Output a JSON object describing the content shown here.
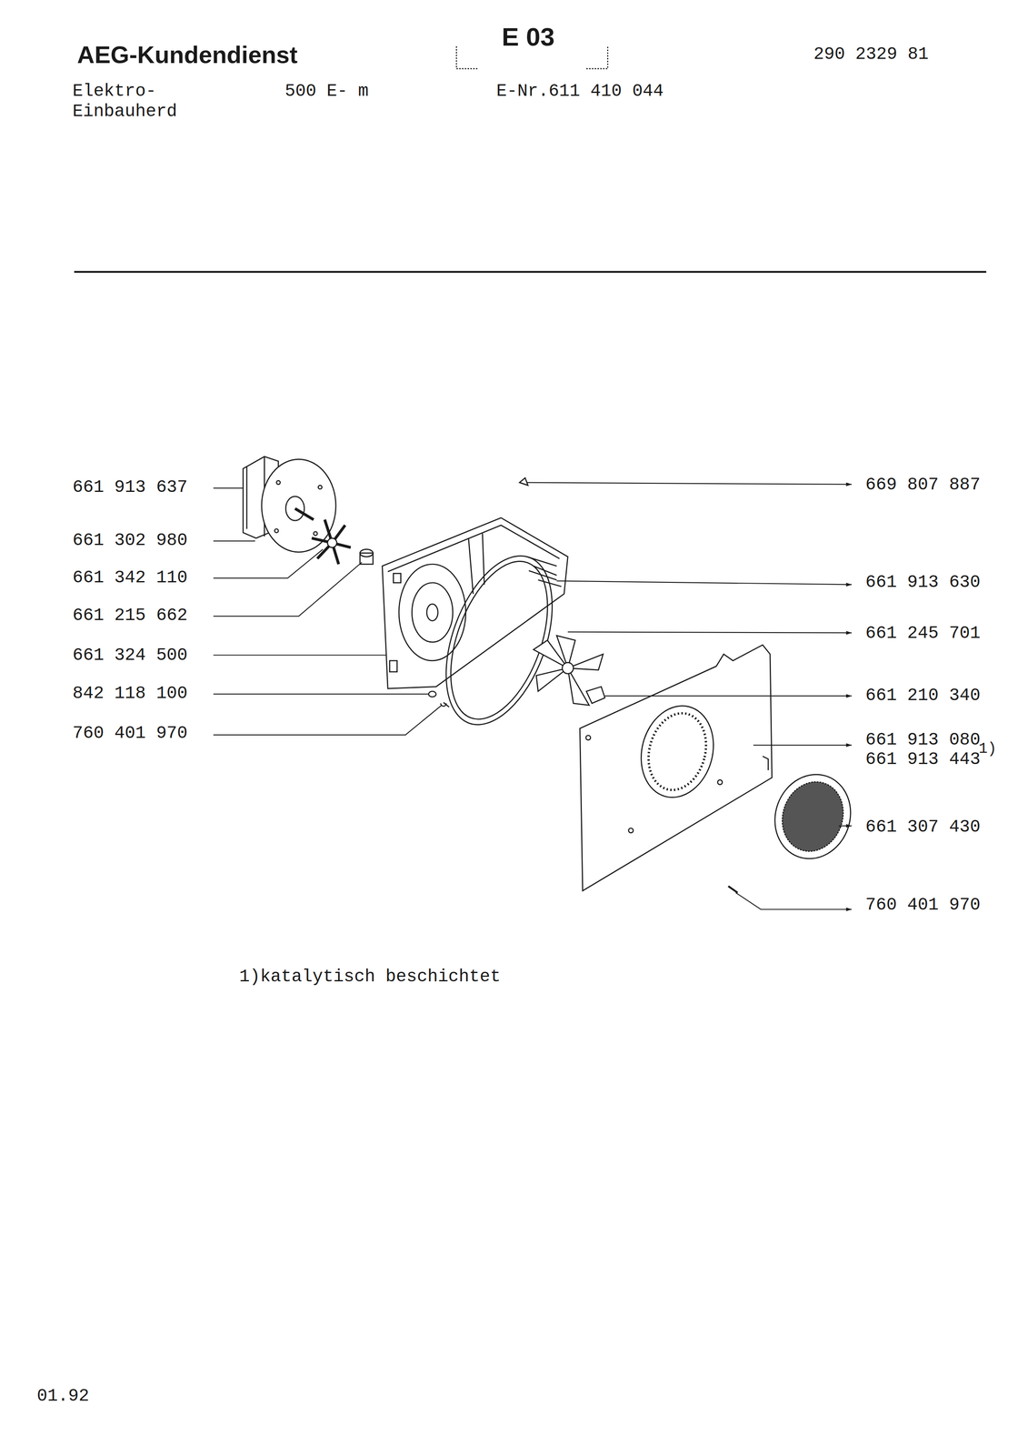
{
  "diagram": {
    "title": "AEG-Kundendienst",
    "labels": [
      "E 03",
      "290 2329 81",
      "Elektro-",
      "Einbauherd",
      "500 E- m",
      "E-Nr.611 410 044",
      "661 913 637",
      "661 302 980",
      "661 342 110",
      "661 215 662",
      "661 324 500",
      "842 118 100",
      "760 401 970",
      "669 807 887",
      "661 913 630",
      "661 245 701",
      "661 210 340",
      "661 913 080",
      "661 913 443",
      "1)",
      "661 307 430",
      "760 401 970",
      "1)katalytisch beschichtet",
      "01.92"
    ]
  }
}
